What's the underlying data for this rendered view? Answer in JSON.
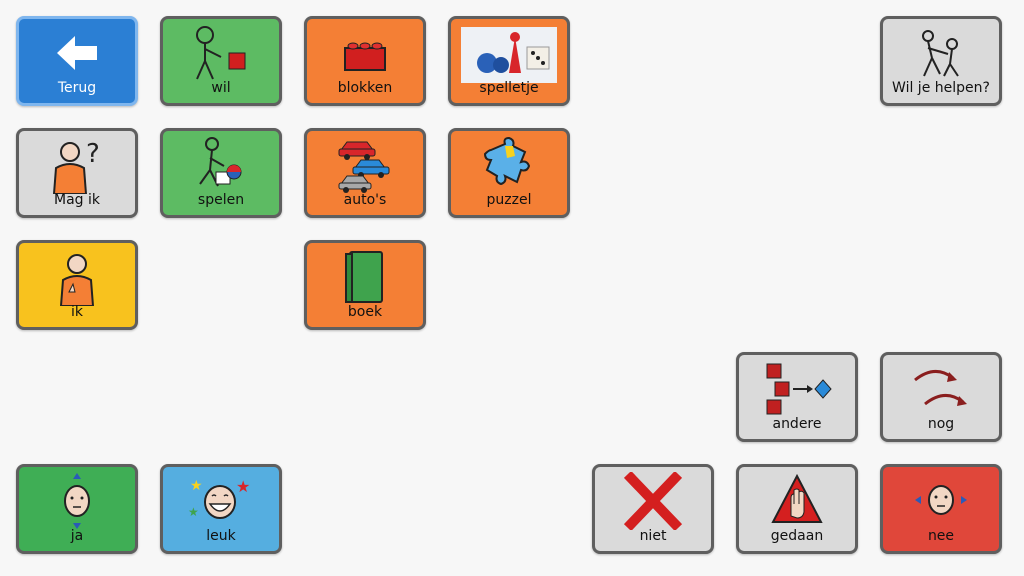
{
  "tiles": {
    "terug": {
      "label": "Terug",
      "icon": "arrow-left-icon",
      "color": "#2b7fd4"
    },
    "wil": {
      "label": "wil",
      "icon": "want-person-icon",
      "color": "#5dbb63"
    },
    "blokken": {
      "label": "blokken",
      "icon": "lego-block-icon",
      "color": "#f47f35"
    },
    "spelletje": {
      "label": "spelletje",
      "icon": "board-game-icon",
      "color": "#f47f35"
    },
    "wil_je_helpen": {
      "label": "Wil je helpen?",
      "icon": "helping-people-icon",
      "color": "#dadada"
    },
    "mag_ik": {
      "label": "Mag ik",
      "icon": "person-question-icon",
      "color": "#dadada"
    },
    "spelen": {
      "label": "spelen",
      "icon": "playing-child-icon",
      "color": "#5dbb63"
    },
    "autos": {
      "label": "auto's",
      "icon": "cars-icon",
      "color": "#f47f35"
    },
    "puzzel": {
      "label": "puzzel",
      "icon": "puzzle-piece-icon",
      "color": "#f47f35"
    },
    "ik": {
      "label": "ik",
      "icon": "self-person-icon",
      "color": "#f8c21e"
    },
    "boek": {
      "label": "boek",
      "icon": "book-icon",
      "color": "#f47f35"
    },
    "andere": {
      "label": "andere",
      "icon": "other-shapes-icon",
      "color": "#dadada"
    },
    "nog": {
      "label": "nog",
      "icon": "again-arrows-icon",
      "color": "#dadada"
    },
    "ja": {
      "label": "ja",
      "icon": "nod-yes-icon",
      "color": "#3fae55"
    },
    "leuk": {
      "label": "leuk",
      "icon": "laughing-face-icon",
      "color": "#55aee0"
    },
    "niet": {
      "label": "niet",
      "icon": "red-cross-icon",
      "color": "#dadada"
    },
    "gedaan": {
      "label": "gedaan",
      "icon": "stop-hand-icon",
      "color": "#dadada"
    },
    "nee": {
      "label": "nee",
      "icon": "shake-no-icon",
      "color": "#e0473a"
    }
  }
}
